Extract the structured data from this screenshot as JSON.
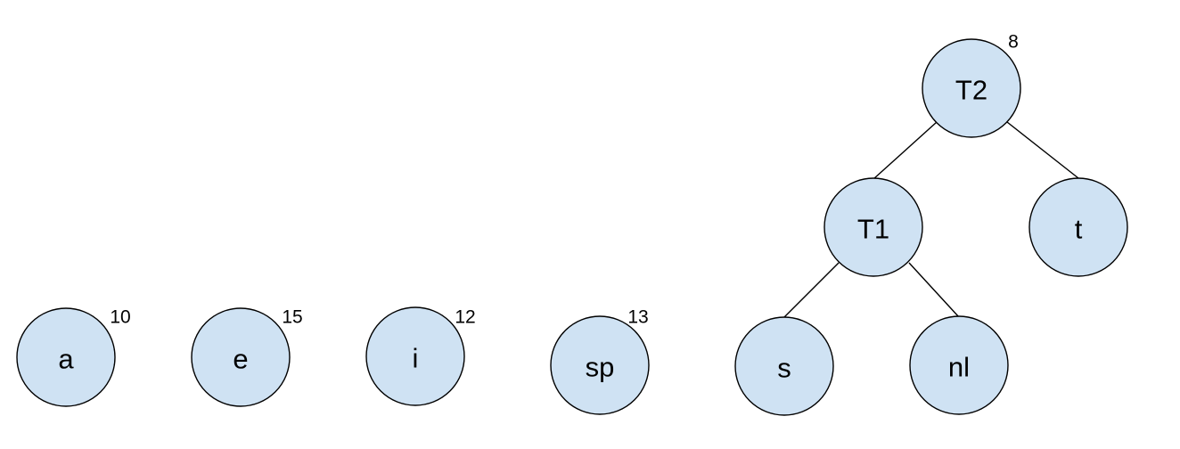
{
  "colors": {
    "node_fill": "#cfe2f3",
    "node_stroke": "#000000",
    "text": "#000000"
  },
  "forest": {
    "standalone_nodes": [
      {
        "id": "a",
        "label": "a",
        "weight": "10"
      },
      {
        "id": "e",
        "label": "e",
        "weight": "15"
      },
      {
        "id": "i",
        "label": "i",
        "weight": "12"
      },
      {
        "id": "sp",
        "label": "sp",
        "weight": "13"
      }
    ],
    "tree": {
      "nodes": [
        {
          "id": "T2",
          "label": "T2",
          "weight": "8"
        },
        {
          "id": "T1",
          "label": "T1",
          "weight": ""
        },
        {
          "id": "t",
          "label": "t",
          "weight": ""
        },
        {
          "id": "s",
          "label": "s",
          "weight": ""
        },
        {
          "id": "nl",
          "label": "nl",
          "weight": ""
        }
      ],
      "edges": [
        {
          "from": "T2",
          "to": "T1"
        },
        {
          "from": "T2",
          "to": "t"
        },
        {
          "from": "T1",
          "to": "s"
        },
        {
          "from": "T1",
          "to": "nl"
        }
      ]
    }
  }
}
